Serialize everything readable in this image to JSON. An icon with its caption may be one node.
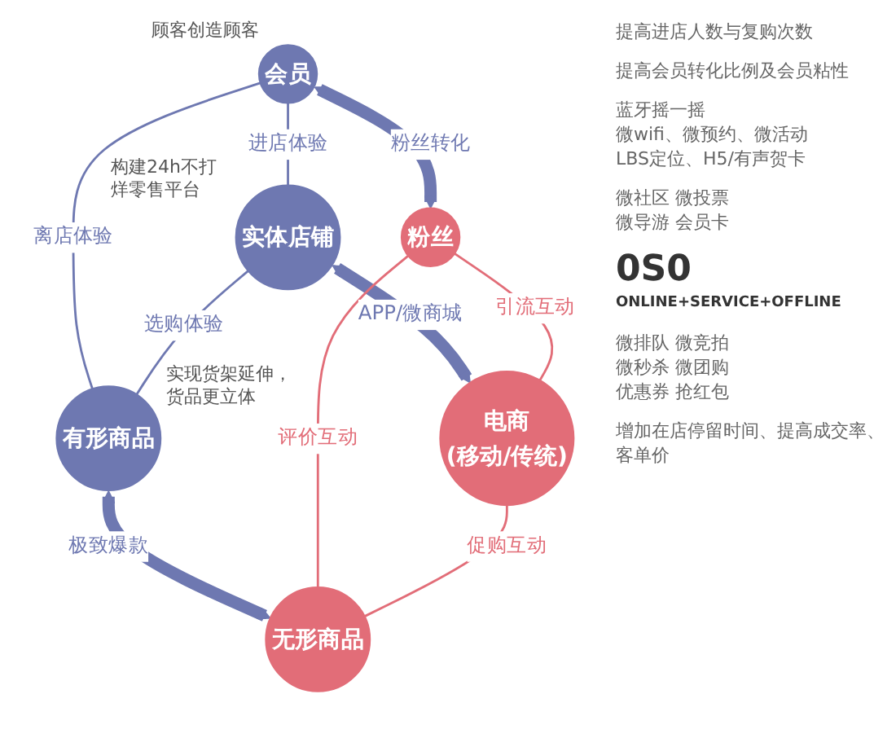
{
  "diagram": {
    "nodes": [
      {
        "text": [
          "会员"
        ],
        "beside": [
          "顾客创造顾客"
        ]
      },
      {
        "text": [
          "粉丝"
        ]
      },
      {
        "text": [
          "电商",
          "(移动/传统)"
        ]
      },
      {
        "text": [
          "无形商品"
        ]
      },
      {
        "text": [
          "实体店铺"
        ],
        "beside": [
          "构建24h不打烊零售平台"
        ]
      },
      {
        "text": [
          "有形商品"
        ],
        "beside": [
          "实现货架延伸，货品更立体"
        ]
      }
    ],
    "edges": [
      {
        "from": 0,
        "to": 4,
        "arrow": "none",
        "label": "进店体验"
      },
      {
        "from": 0,
        "to": 5,
        "arrow": "none",
        "label": "离店体验"
      },
      {
        "from": 4,
        "to": 5,
        "arrow": "none",
        "label": "选购体验"
      },
      {
        "from": 0,
        "to": 1,
        "arrow": "both",
        "label": "粉丝转化",
        "style": "thick"
      },
      {
        "from": 4,
        "to": 2,
        "arrow": "both",
        "label": "APP/微商城",
        "style": "thick"
      },
      {
        "from": 5,
        "to": 3,
        "arrow": "both",
        "label": "极致爆款",
        "style": "thick"
      },
      {
        "from": 1,
        "to": 2,
        "arrow": "none",
        "label": "引流互动",
        "color": "#e26d78"
      },
      {
        "from": 1,
        "to": 3,
        "arrow": "none",
        "label": "评价互动",
        "color": "#e26d78"
      },
      {
        "from": 2,
        "to": 3,
        "arrow": "none",
        "label": "促购互动",
        "color": "#e26d78"
      }
    ],
    "labels": [
      "提高进店人数与复购次数",
      "提高会员转化比例及会员粘性",
      "蓝牙摇一摇",
      "微wifi、微预约、微活动",
      "LBS定位、H5/有声贺卡",
      "微社区 微投票",
      "微导游 会员卡",
      "0S0",
      "ONLINE+SERVICE+OFFLINE",
      "微排队 微竞拍",
      "微秒杀 微团购",
      "优惠券 抢红包",
      "增加在店停留时间、提高成交率、客单价"
    ]
  }
}
